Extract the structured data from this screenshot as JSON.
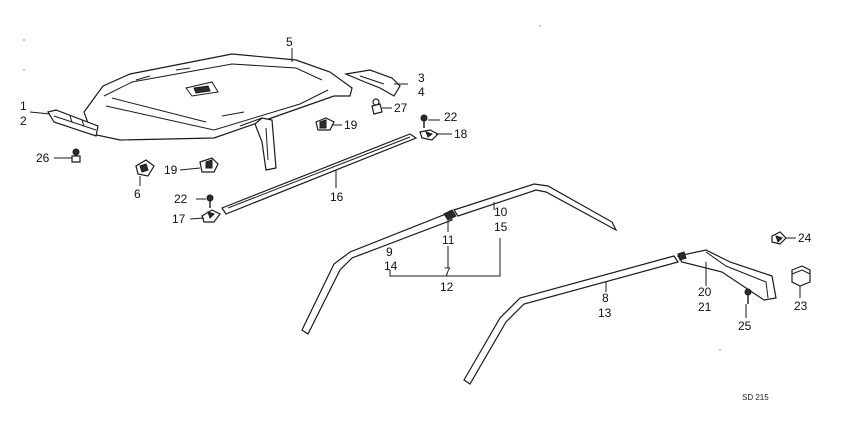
{
  "diagram": {
    "code": "SD 215",
    "callouts": {
      "c1": "1",
      "c2": "2",
      "c3": "3",
      "c4": "4",
      "c5": "5",
      "c6": "6",
      "c7": "7",
      "c8": "8",
      "c9": "9",
      "c10": "10",
      "c11": "11",
      "c12": "12",
      "c13": "13",
      "c14": "14",
      "c15": "15",
      "c16": "16",
      "c17": "17",
      "c18": "18",
      "c19a": "19",
      "c19b": "19",
      "c20": "20",
      "c21": "21",
      "c22a": "22",
      "c22b": "22",
      "c23": "23",
      "c24": "24",
      "c25": "25",
      "c26": "26",
      "c27": "27"
    }
  }
}
